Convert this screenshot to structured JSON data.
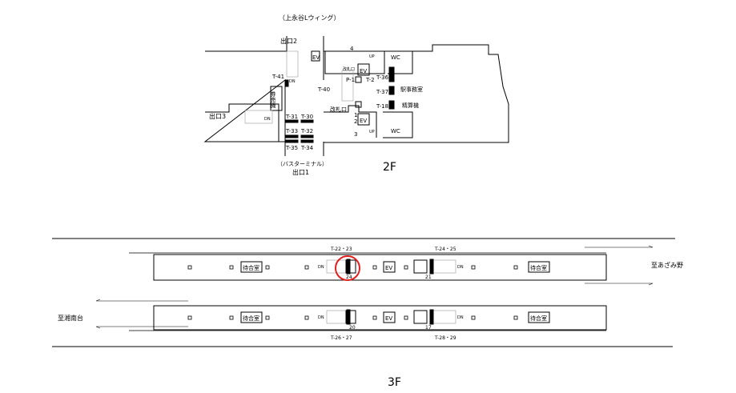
{
  "floor2": {
    "label": "2F",
    "wing": "（上永谷Lウィング）",
    "exit2": "出口2",
    "exit3": "出口3",
    "bus": "（バスターミナル）",
    "exit1": "出口1",
    "ev": "EV",
    "wc": "WC",
    "office": "駅事務室",
    "fare": "精算機",
    "ticket": "券売機",
    "gate": "改札口",
    "gate2": "改札口",
    "up": "UP",
    "dn": "DN",
    "t41": "T-41",
    "t40": "T-40",
    "p1": "P-1",
    "t2": "T-2",
    "t36": "T-36",
    "t37": "T-37",
    "t18": "T-18",
    "t31": "T-31",
    "t30": "T-30",
    "t33": "T-33",
    "t32": "T-32",
    "t35": "T-35",
    "t34": "T-34",
    "n1": "1",
    "n2": "2",
    "n3": "3",
    "n4": "4"
  },
  "floor3": {
    "label": "3F",
    "to_azamino": "至あざみ野",
    "to_shonandai": "至湘南台",
    "waiting": "待合室",
    "ev": "EV",
    "dn": "DN",
    "t2223": "T-22・23",
    "t2425": "T-24・25",
    "t2627": "T-26・27",
    "t2829": "T-28・29",
    "n24": "24",
    "n21": "21",
    "n20": "20",
    "n17": "17"
  },
  "highlight_color": "#e02020"
}
